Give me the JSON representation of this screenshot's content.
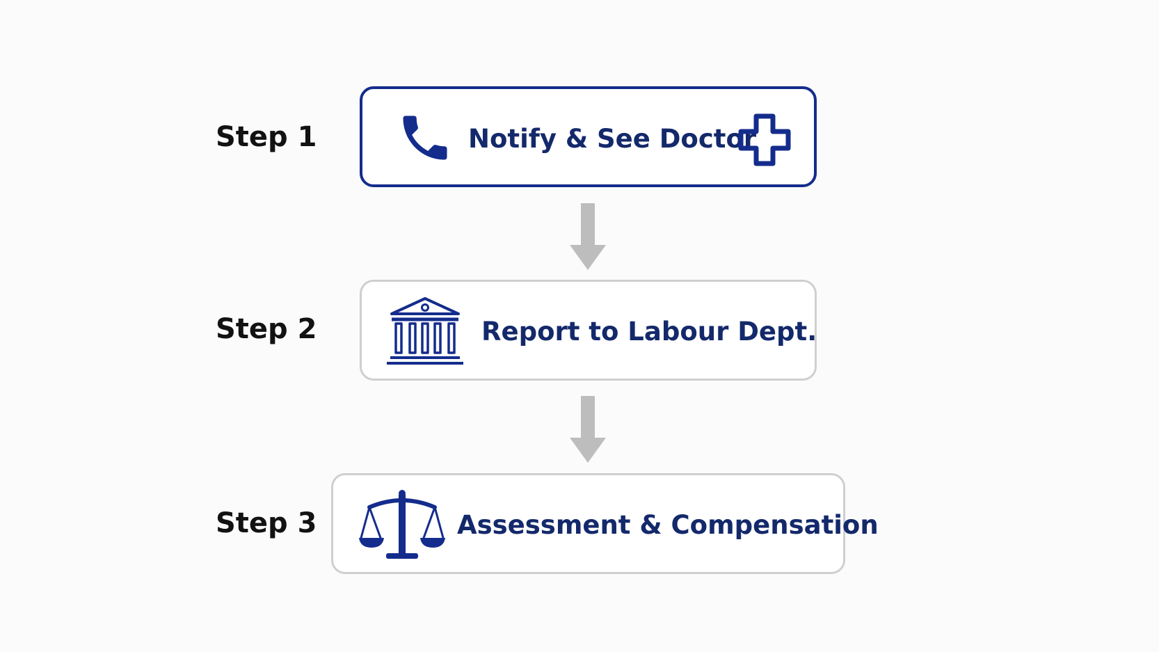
{
  "colors": {
    "accent": "#142c8c",
    "text_dark": "#14296b",
    "label": "#121212",
    "muted_border": "#cfcfcf",
    "arrow": "#bdbdbd",
    "background": "#fbfbfb"
  },
  "steps": [
    {
      "label": "Step 1",
      "text": "Notify & See Doctor",
      "icons": [
        "phone-icon",
        "medical-cross-icon"
      ]
    },
    {
      "label": "Step 2",
      "text": "Report to Labour Dept.",
      "icons": [
        "government-building-icon"
      ]
    },
    {
      "label": "Step 3",
      "text": "Assessment & Compensation",
      "icons": [
        "scales-of-justice-icon"
      ]
    }
  ]
}
